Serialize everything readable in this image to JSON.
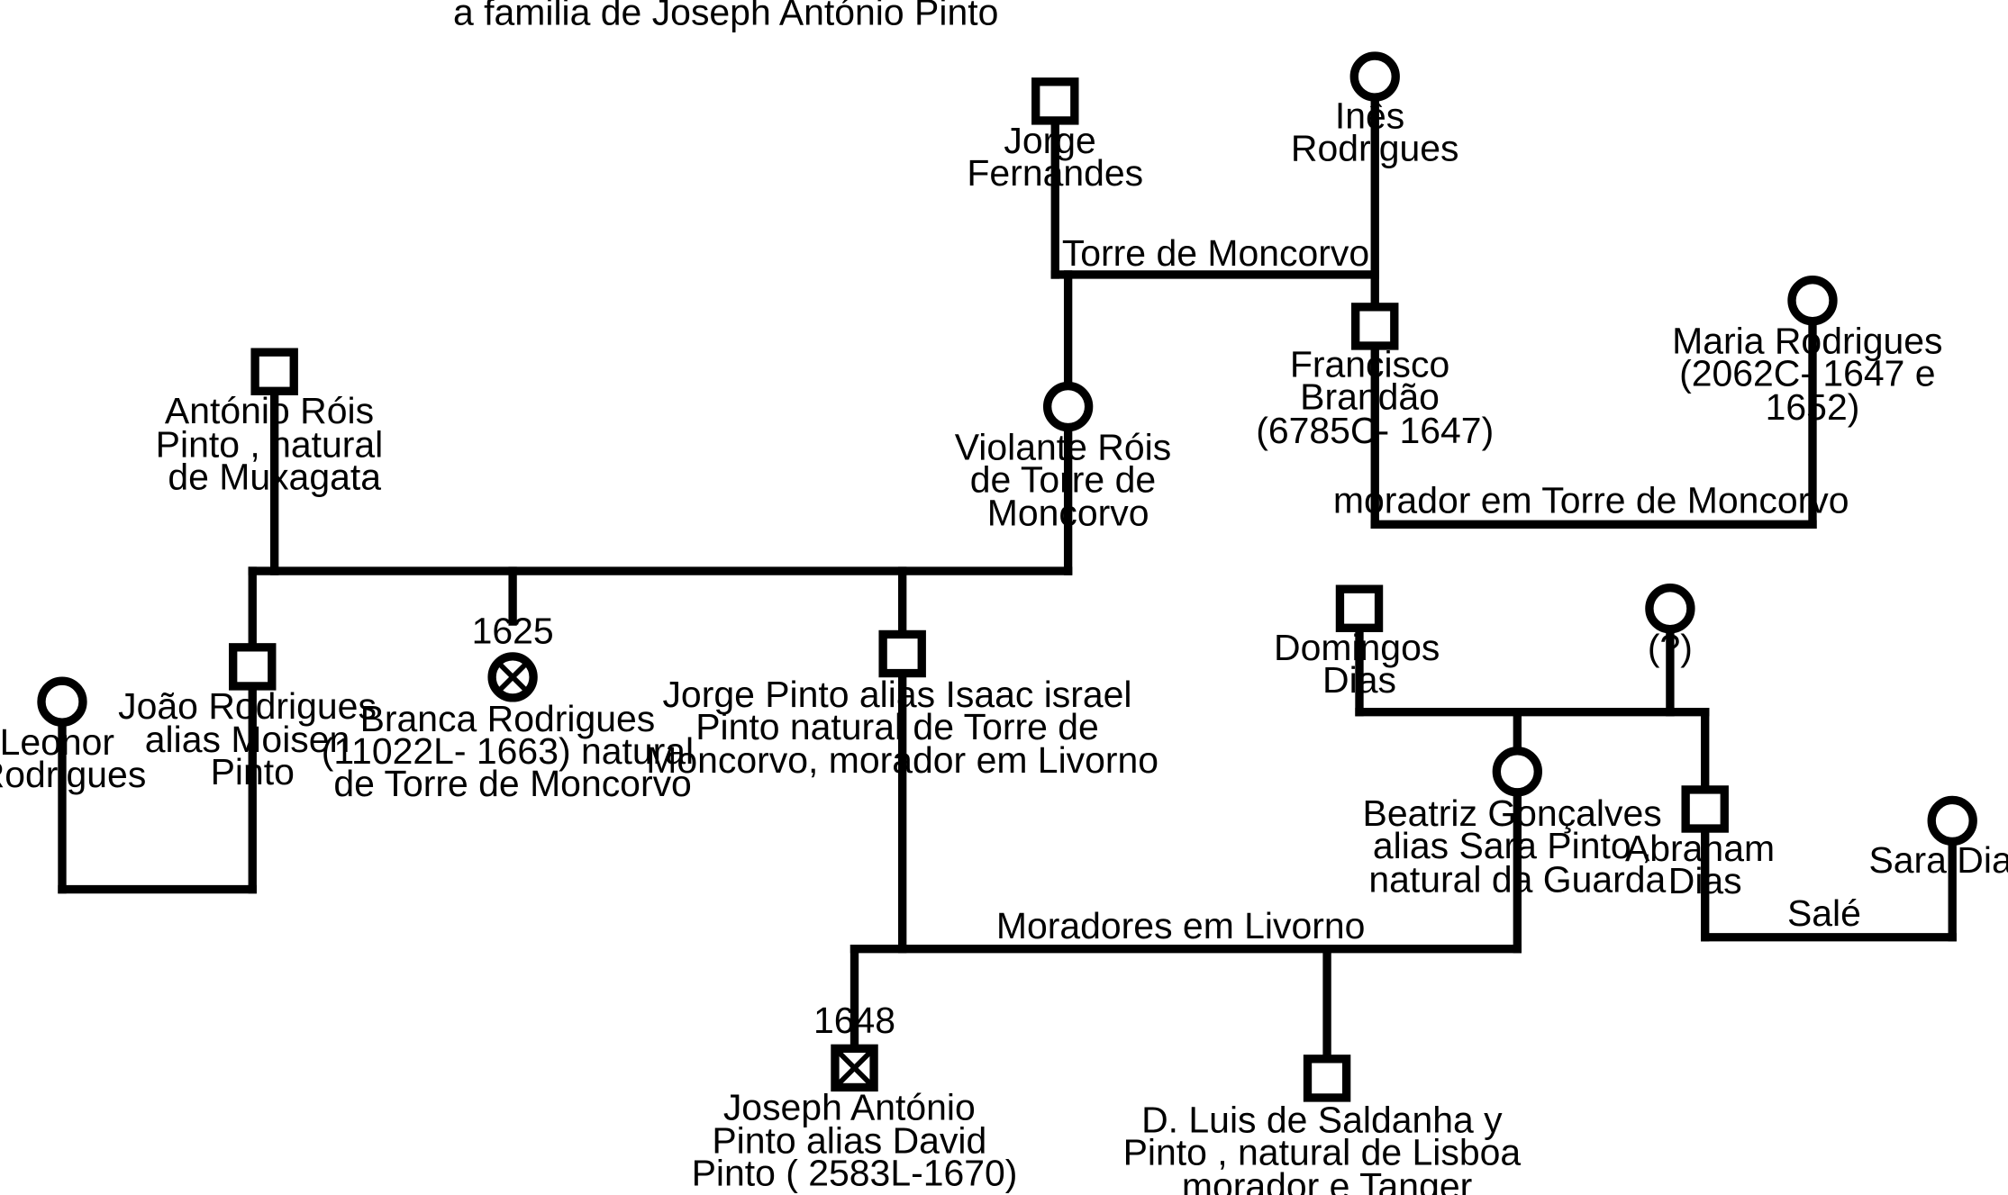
{
  "title": "a familia de  Joseph António Pinto",
  "people": {
    "jorge_fernandes": [
      "Jorge",
      "Fernandes"
    ],
    "ines_rodrigues": [
      "Inês",
      "Rodrigues"
    ],
    "francisco_brandao": [
      "Francisco",
      "Brandão",
      "(6785C- 1647)"
    ],
    "maria_rodrigues": [
      "Maria Rodrigues",
      "(2062C- 1647 e",
      "1652)"
    ],
    "antonio_rois_pinto": [
      "António Róis",
      "Pinto , natural",
      "de Muxagata"
    ],
    "violante_rois": [
      "Violante Róis",
      "de Torre de",
      "Moncorvo"
    ],
    "leonor_rodrigues": [
      "Leonor",
      "Rodrigues"
    ],
    "joao_rodrigues": [
      "João Rodrigues",
      "alias Moisen",
      "Pinto"
    ],
    "branca_rodrigues": [
      "Branca Rodrigues",
      "(11022L- 1663) natural",
      "de Torre de Moncorvo"
    ],
    "jorge_pinto": [
      "Jorge Pinto  alias Isaac israel",
      "Pinto  natural de Torre de",
      "Moncorvo,  morador em Livorno"
    ],
    "domingos_dias": [
      "Domingos",
      "Dias"
    ],
    "unknown_wife": [
      "(?)"
    ],
    "beatriz_goncalves": [
      "Beatriz Gonçalves",
      "alias Sara Pinto ,",
      "natural da Guarda"
    ],
    "abraham_dias": [
      "Abraham",
      "Dias"
    ],
    "sara_dias": [
      "Sara Dias"
    ],
    "joseph_antonio_pinto": [
      "Joseph António",
      "Pinto  alias David",
      "Pinto  ( 2583L-1670)"
    ],
    "luis_saldanha": [
      "D. Luis  de Saldanha y",
      "Pinto , natural de Lisboa",
      "morador e Tanger"
    ]
  },
  "years": {
    "branca_rodrigues": "1625",
    "joseph_antonio_pinto": "1648"
  },
  "unions": {
    "fernandes_rodrigues": "Torre de Moncorvo",
    "brandao_rodrigues": "morador em Torre de Moncorvo",
    "pinto_goncalves": "Moradores em Livorno",
    "abraham_sara": "Salé"
  },
  "symbols": {
    "male": "square",
    "female": "circle",
    "deceased_female": "circle-with-x",
    "deceased_male": "square-with-x"
  }
}
